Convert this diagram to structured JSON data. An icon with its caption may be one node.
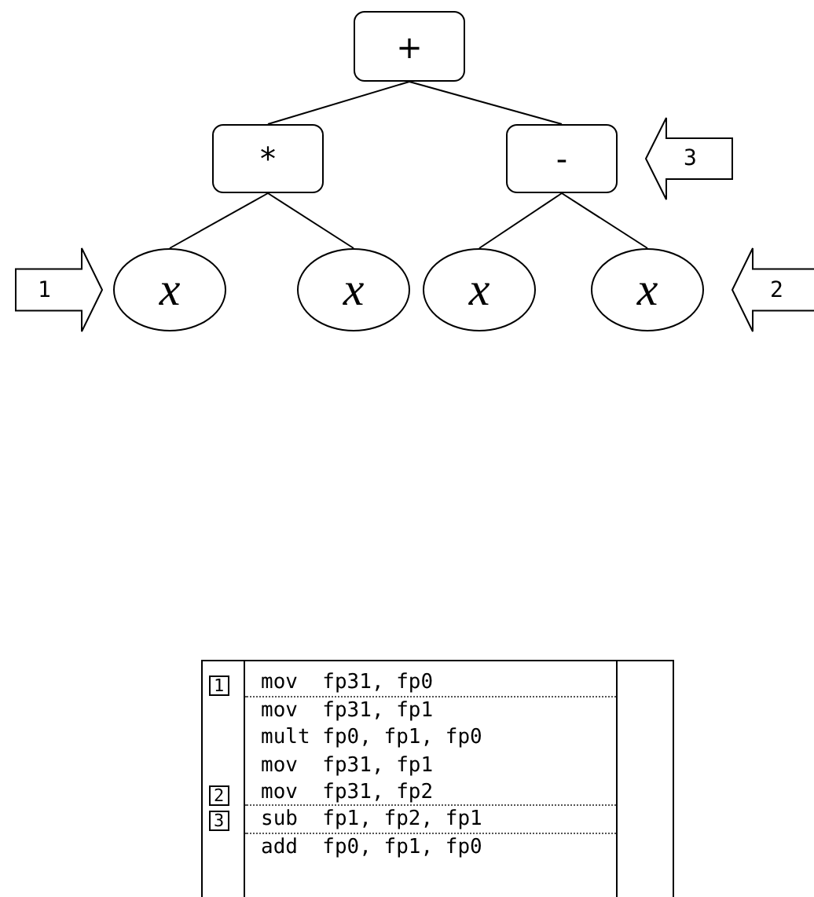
{
  "diagram": {
    "nodes": [
      {
        "text": [
          "+"
        ]
      },
      {
        "text": [
          "*"
        ]
      },
      {
        "text": [
          "-"
        ]
      },
      {
        "text": [
          "x"
        ]
      },
      {
        "text": [
          "x"
        ]
      },
      {
        "text": [
          "x"
        ]
      },
      {
        "text": [
          "x"
        ]
      }
    ],
    "edges": [
      {
        "from": 0,
        "to": 1,
        "arrow": "none"
      },
      {
        "from": 0,
        "to": 2,
        "arrow": "none"
      },
      {
        "from": 1,
        "to": 3,
        "arrow": "none"
      },
      {
        "from": 1,
        "to": 4,
        "arrow": "none"
      },
      {
        "from": 2,
        "to": 5,
        "arrow": "none"
      },
      {
        "from": 2,
        "to": 6,
        "arrow": "none"
      },
      {
        "from": null,
        "to": 3,
        "arrow": "to",
        "label": "1"
      },
      {
        "from": null,
        "to": 2,
        "arrow": "to",
        "label": "3"
      },
      {
        "from": null,
        "to": 6,
        "arrow": "to",
        "label": "2"
      }
    ],
    "labels": [
      "1",
      "mov  fp31, fp0",
      "mov  fp31, fp1",
      "mult fp0, fp1, fp0",
      "mov  fp31, fp1",
      "2",
      "mov  fp31, fp2",
      "3",
      "sub  fp1, fp2, fp1",
      "add  fp0, fp1, fp0"
    ]
  }
}
